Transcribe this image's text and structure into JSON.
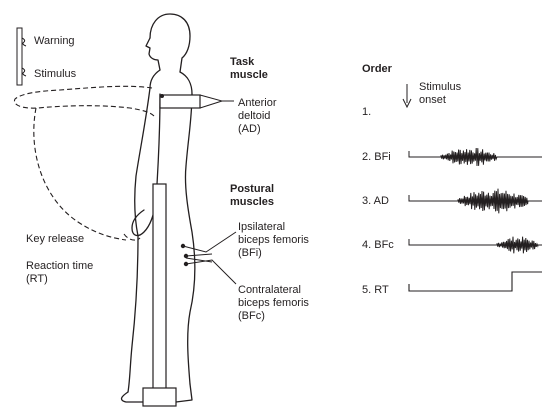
{
  "panel": {
    "warning": "Warning",
    "stimulus": "Stimulus"
  },
  "task": {
    "heading_line1": "Task",
    "heading_line2": "muscle",
    "ad_line1": "Anterior",
    "ad_line2": "deltoid",
    "ad_line3": "(AD)"
  },
  "postural": {
    "heading_line1": "Postural",
    "heading_line2": "muscles",
    "bfi_line1": "Ipsilateral",
    "bfi_line2": "biceps femoris",
    "bfi_line3": "(BFi)",
    "bfc_line1": "Contralateral",
    "bfc_line2": "biceps femoris",
    "bfc_line3": "(BFc)"
  },
  "left_labels": {
    "key_release": "Key release",
    "reaction_time_line1": "Reaction time",
    "reaction_time_line2": "(RT)"
  },
  "order": {
    "heading": "Order",
    "onset_line1": "Stimulus",
    "onset_line2": "onset",
    "rows": [
      {
        "label": "1."
      },
      {
        "label": "2. BFi"
      },
      {
        "label": "3. AD"
      },
      {
        "label": "4. BFc"
      },
      {
        "label": "5. RT"
      }
    ]
  }
}
